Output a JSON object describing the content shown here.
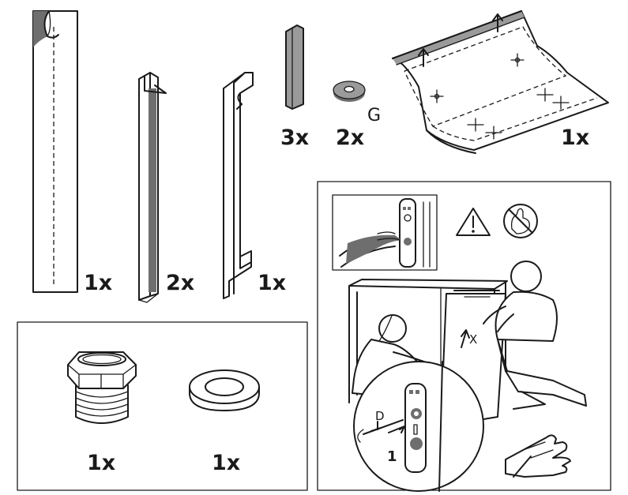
{
  "parts": {
    "adhesive_strip": {
      "qty": "1x"
    },
    "side_rail": {
      "qty": "2x"
    },
    "bracket": {
      "qty": "1x"
    },
    "small_strip": {
      "qty": "3x"
    },
    "washer": {
      "qty": "2x",
      "letter": "G"
    },
    "protection_foil": {
      "qty": "1x"
    },
    "hose_fitting": {
      "qty": "1x"
    },
    "gasket_ring": {
      "qty": "1x"
    }
  },
  "install_panel": {
    "arrow_label": "X",
    "screw_label": "D",
    "step_number": "1"
  },
  "icons": [
    "warning-icon",
    "no-touch-icon",
    "hand-pointing-icon"
  ]
}
